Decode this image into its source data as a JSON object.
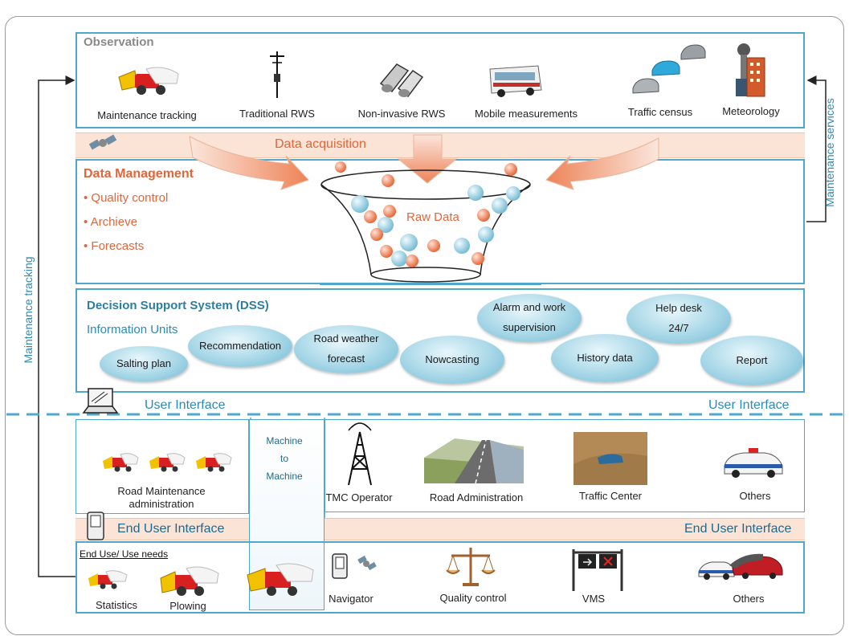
{
  "observation": {
    "title": "Observation",
    "items": [
      {
        "label": "Maintenance tracking",
        "icon": "snowplow-icon"
      },
      {
        "label": "Traditional RWS",
        "icon": "weather-mast-icon"
      },
      {
        "label": "Non-invasive RWS",
        "icon": "sensor-icon"
      },
      {
        "label": "Mobile measurements",
        "icon": "bus-icon"
      },
      {
        "label": "Traffic census",
        "icon": "cars-icon"
      },
      {
        "label": "Meteorology",
        "icon": "radar-tower-icon"
      }
    ]
  },
  "acquisition": {
    "label": "Data acquisition"
  },
  "data_management": {
    "title": "Data Management",
    "items": [
      "• Quality control",
      "• Archieve",
      "• Forecasts"
    ],
    "funnel_label": "Raw Data"
  },
  "dss": {
    "title": "Decision Support System (DSS)",
    "subtitle": "Information Units",
    "units": [
      {
        "line1": "Salting plan",
        "line2": ""
      },
      {
        "line1": "Recommendation",
        "line2": ""
      },
      {
        "line1": "Road weather",
        "line2": "forecast"
      },
      {
        "line1": "Nowcasting",
        "line2": ""
      },
      {
        "line1": "Alarm and work",
        "line2": "supervision"
      },
      {
        "line1": "History data",
        "line2": ""
      },
      {
        "line1": "Help desk",
        "line2": "24/7"
      },
      {
        "line1": "Report",
        "line2": ""
      }
    ]
  },
  "user_interface": {
    "left": "User Interface",
    "right": "User Interface"
  },
  "users": {
    "road_maintenance": "Road Maintenance administration",
    "m2m": [
      "Machine",
      "to",
      "Machine"
    ],
    "items": [
      {
        "label": "TMC Operator",
        "icon": "antenna-tower-icon"
      },
      {
        "label": "Road Administration",
        "icon": "road-landscape-icon"
      },
      {
        "label": "Traffic Center",
        "icon": "traffic-camera-icon"
      },
      {
        "label": "Others",
        "icon": "police-car-icon"
      }
    ]
  },
  "end_user_interface": {
    "left": "End User Interface",
    "right": "End User Interface"
  },
  "end_use": {
    "title": "End Use/ Use needs",
    "items": [
      {
        "label": "Statistics",
        "icon": "snowplow-icon"
      },
      {
        "label": "Plowing",
        "icon": "snowplow-icon"
      },
      {
        "label": "Navigator",
        "icon": "navigator-icon"
      },
      {
        "label": "Quality control",
        "icon": "scales-icon"
      },
      {
        "label": "VMS",
        "icon": "sign-gantry-icon"
      },
      {
        "label": "Others",
        "icon": "car-crash-icon"
      }
    ]
  },
  "side_labels": {
    "left": "Maintenance tracking",
    "right": "Maintenance services"
  },
  "colors": {
    "frame": "#4fa7cc",
    "accent_orange": "#e0663a",
    "teal_text": "#2c8bb3",
    "band": "#fbe3d6"
  }
}
